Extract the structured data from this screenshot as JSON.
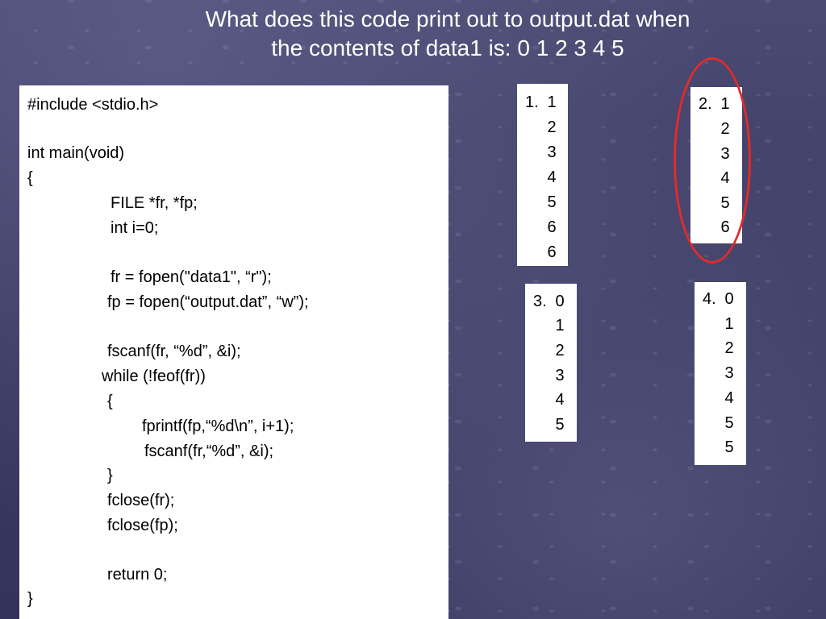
{
  "title": {
    "line1": "What does this code print out to output.dat when",
    "line2": "the contents of data1 is: 0 1 2 3 4 5"
  },
  "code_lines": [
    "#include <stdio.h>",
    "int main(void)",
    "{",
    "FILE *fr, *fp;",
    "int i=0;",
    "fr = fopen(\"data1\", “r\");",
    "fp = fopen(“output.dat”, “w”);",
    "fscanf(fr, “%d”, &i);",
    "while (!feof(fr))",
    "{",
    "fprintf(fp,“%d\\n”, i+1);",
    "fscanf(fr,“%d”, &i);",
    "}",
    "fclose(fr);",
    "fclose(fp);",
    "return 0;",
    "}"
  ],
  "answers": [
    {
      "label": "1.",
      "values": [
        "1",
        "2",
        "3",
        "4",
        "5",
        "6",
        "6"
      ]
    },
    {
      "label": "2.",
      "values": [
        "1",
        "2",
        "3",
        "4",
        "5",
        "6"
      ]
    },
    {
      "label": "3.",
      "values": [
        "0",
        "1",
        "2",
        "3",
        "4",
        "5"
      ]
    },
    {
      "label": "4.",
      "values": [
        "0",
        "1",
        "2",
        "3",
        "4",
        "5",
        "5"
      ]
    }
  ],
  "highlight_color": "#e12b2b"
}
